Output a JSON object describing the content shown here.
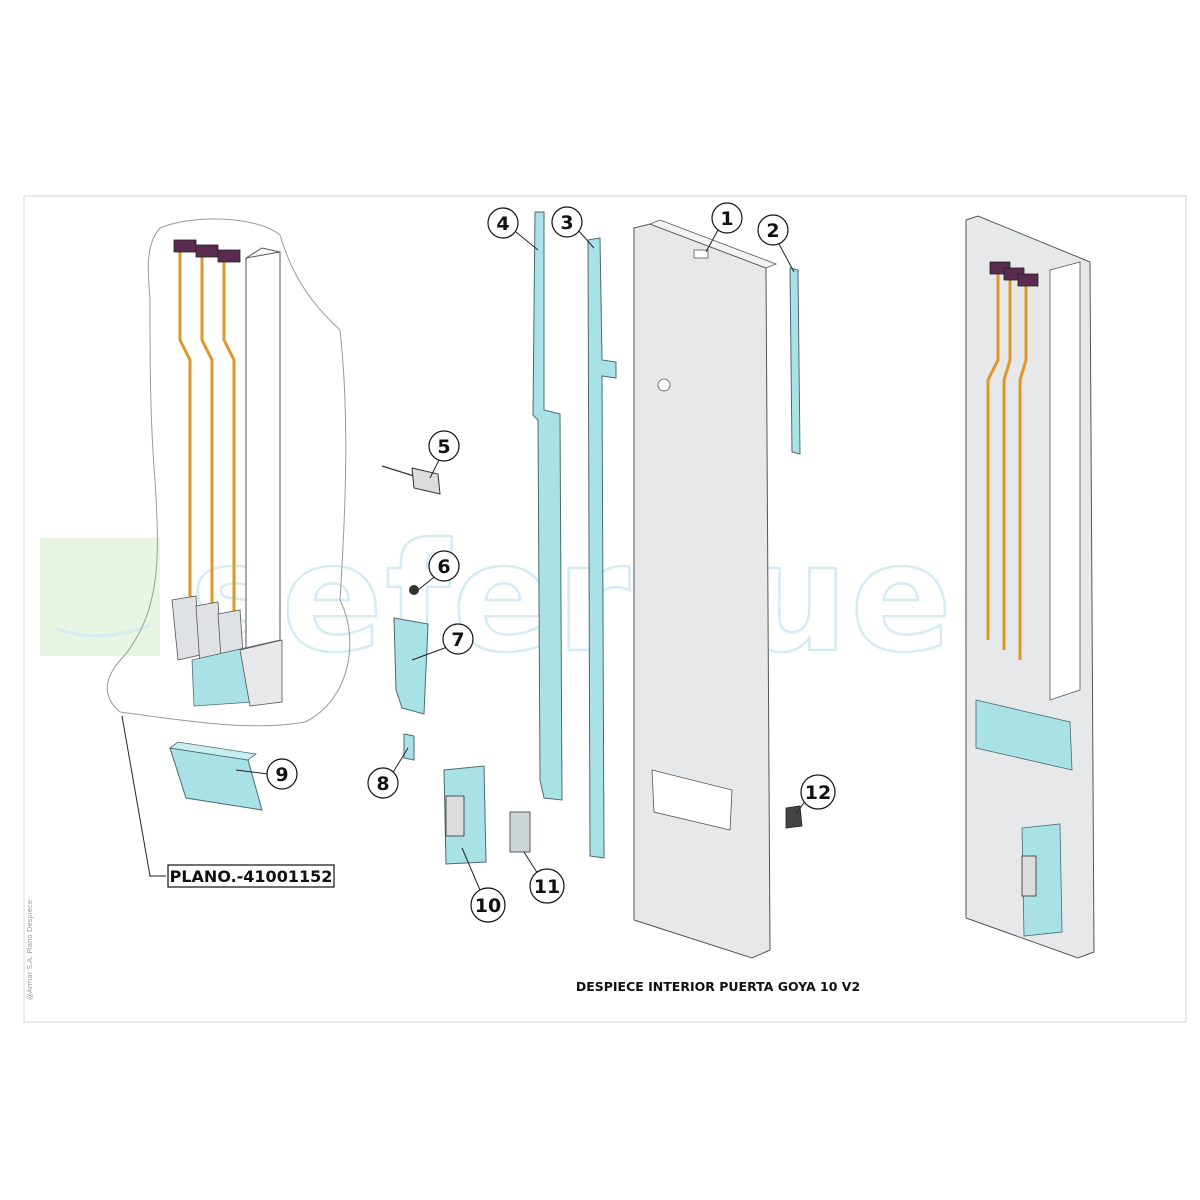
{
  "title": "DESPIECE INTERIOR PUERTA GOYA 10 V2",
  "plano_label": "PLANO.-41001152",
  "watermark": "seferguer",
  "side_note": "@Armar S.A. Plano Despiece",
  "callouts": [
    {
      "id": "1",
      "label": "1"
    },
    {
      "id": "2",
      "label": "2"
    },
    {
      "id": "3",
      "label": "3"
    },
    {
      "id": "4",
      "label": "4"
    },
    {
      "id": "5",
      "label": "5"
    },
    {
      "id": "6",
      "label": "6"
    },
    {
      "id": "7",
      "label": "7"
    },
    {
      "id": "8",
      "label": "8"
    },
    {
      "id": "9",
      "label": "9"
    },
    {
      "id": "10",
      "label": "10"
    },
    {
      "id": "11",
      "label": "11"
    },
    {
      "id": "12",
      "label": "12"
    }
  ],
  "colors": {
    "part_cyan": "#a9e2e6",
    "part_stroke": "#4a6b70",
    "panel_grey": "#e6e8ea",
    "cable_orange": "#e0962b",
    "connector_purple": "#5a2a4f",
    "watermark": "#cfeaf2"
  }
}
